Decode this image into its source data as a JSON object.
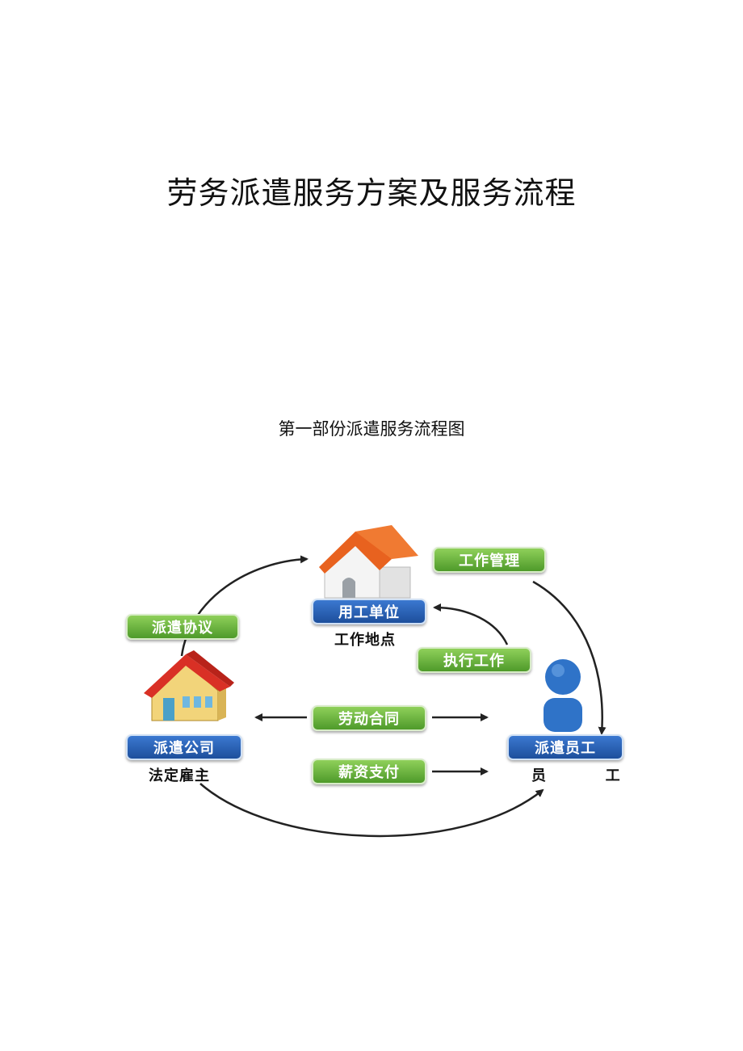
{
  "document": {
    "title": "劳务派遣服务方案及服务流程",
    "section_title": "第一部份派遣服务流程图"
  },
  "diagram": {
    "nodes": {
      "client": {
        "label": "用工单位",
        "sublabel": "工作地点",
        "icon": "house-orange-roof-icon"
      },
      "agency": {
        "label": "派遣公司",
        "sublabel": "法定雇主",
        "icon": "house-red-roof-icon"
      },
      "employee": {
        "label": "派遣员工",
        "sublabel": "员          工",
        "icon": "person-icon"
      }
    },
    "relations": {
      "dispatch_agreement": "派遣协议",
      "work_management": "工作管理",
      "perform_work": "执行工作",
      "labor_contract": "劳动合同",
      "salary_payment": "薪资支付"
    },
    "colors": {
      "green_pill": "#5aa832",
      "blue_pill": "#2257a8",
      "arrow": "#222222"
    }
  }
}
